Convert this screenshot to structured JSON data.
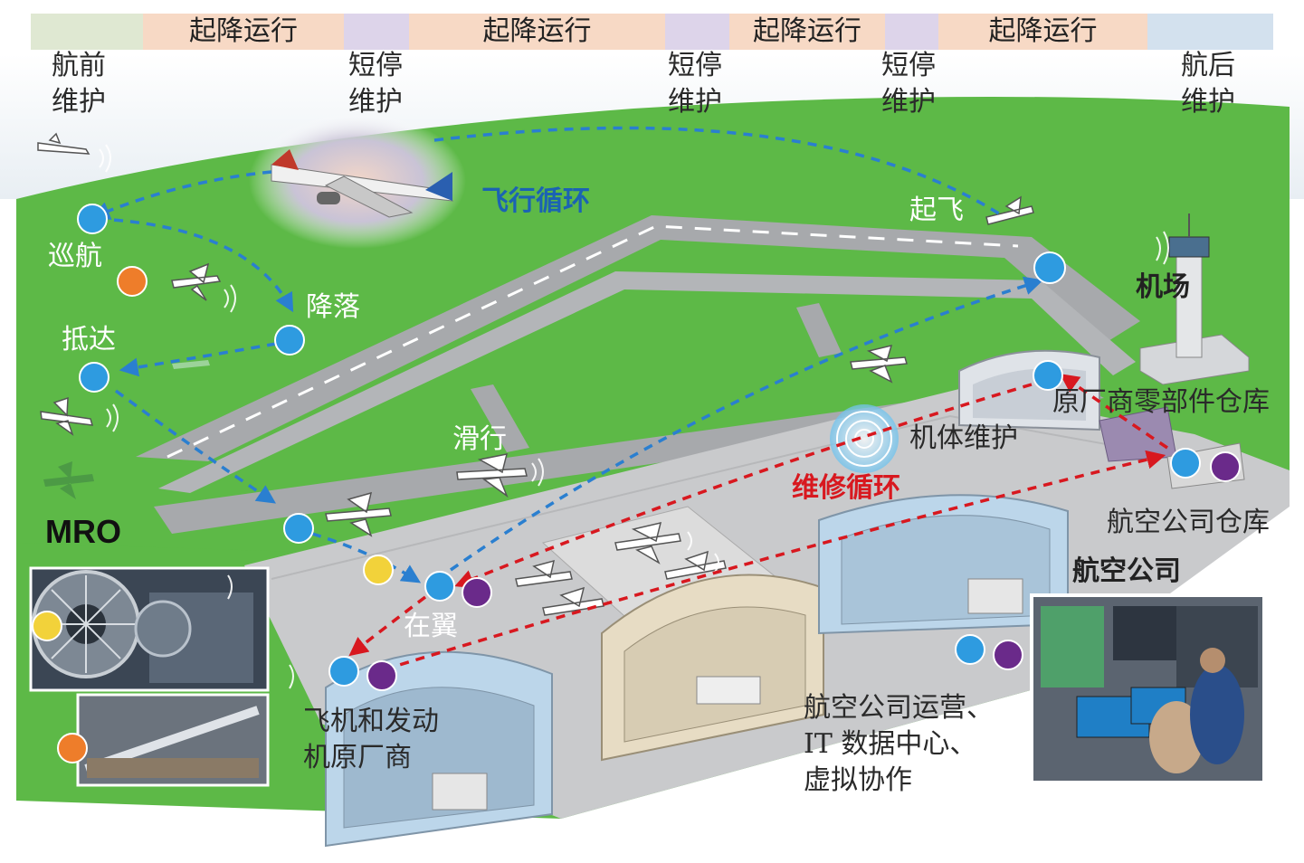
{
  "timeline": {
    "segments": [
      {
        "label": "",
        "color": "#dfe8d2"
      },
      {
        "label": "起降运行",
        "color": "#f7d9c5"
      },
      {
        "label": "",
        "color": "#ddd4ea"
      },
      {
        "label": "起降运行",
        "color": "#f7d9c5"
      },
      {
        "label": "",
        "color": "#ddd4ea"
      },
      {
        "label": "起降运行",
        "color": "#f7d9c5"
      },
      {
        "label": "",
        "color": "#ddd4ea"
      },
      {
        "label": "起降运行",
        "color": "#f7d9c5"
      },
      {
        "label": "",
        "color": "#d3e1ee"
      }
    ],
    "maintenance_stages": [
      {
        "line1": "航前",
        "line2": "维护"
      },
      {
        "line1": "短停",
        "line2": "维护"
      },
      {
        "line1": "短停",
        "line2": "维护"
      },
      {
        "line1": "短停",
        "line2": "维护"
      },
      {
        "line1": "航后",
        "line2": "维护"
      }
    ]
  },
  "flight_cycle": {
    "title": "飞行循环",
    "stages": {
      "cruise": "巡航",
      "landing": "降落",
      "arrival": "抵达",
      "taxi": "滑行",
      "on_wing": "在翼",
      "takeoff": "起飞"
    }
  },
  "maintenance_cycle": {
    "title": "维修循环",
    "airframe": "机体维护",
    "oem_warehouse": "原厂商零部件仓库",
    "airline_warehouse": "航空公司仓库",
    "oem_line1": "飞机和发动",
    "oem_line2": "机原厂商"
  },
  "entities": {
    "airport": "机场",
    "mro": "MRO",
    "airline": "航空公司",
    "ops_line1": "航空公司运营、",
    "ops_line2": "IT 数据中心、",
    "ops_line3": "虚拟协作"
  },
  "colors": {
    "grass": "#5db947",
    "runway": "#a7a9ac",
    "apron": "#c9cacc",
    "flight_path": "#2a7fd0",
    "maint_path": "#d8181f",
    "node_blue": "#2e9be0",
    "node_orange": "#ee7d2a",
    "node_purple": "#6a2a8a",
    "node_yellow": "#f2d23a"
  }
}
